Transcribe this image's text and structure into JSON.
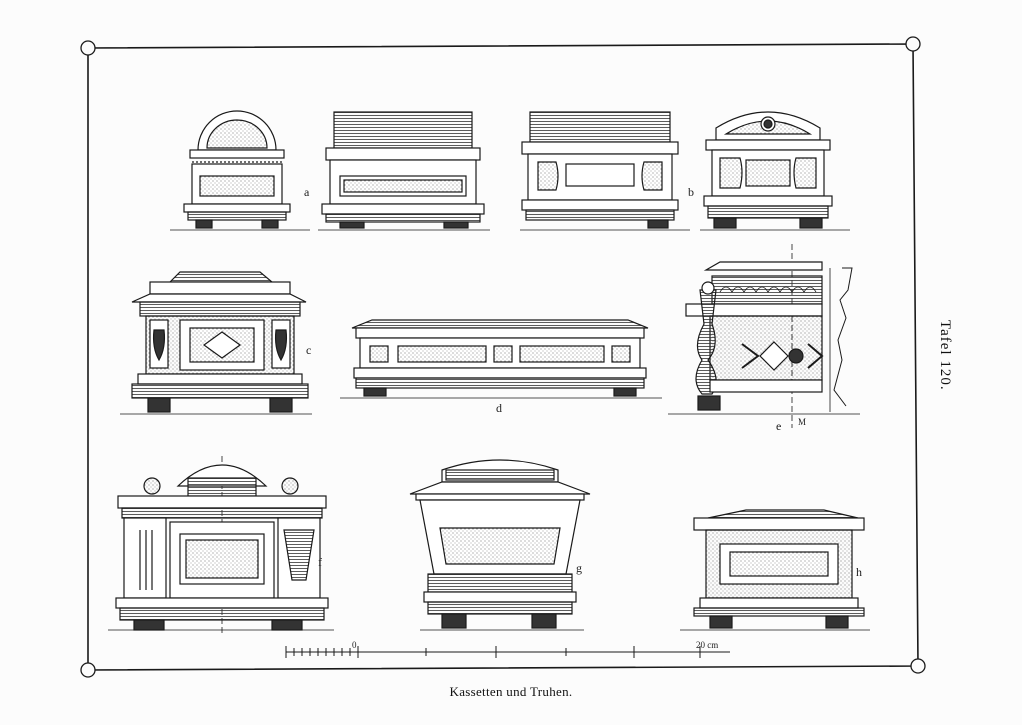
{
  "caption": "Kassetten und Truhen.",
  "plate_number": "Tafel 120.",
  "scale": {
    "zero": "0",
    "end": "20 cm"
  },
  "figure_labels": {
    "a": "a",
    "b": "b",
    "c": "c",
    "d": "d",
    "e": "e",
    "f": "f",
    "g": "g",
    "h": "h",
    "m": "M"
  }
}
